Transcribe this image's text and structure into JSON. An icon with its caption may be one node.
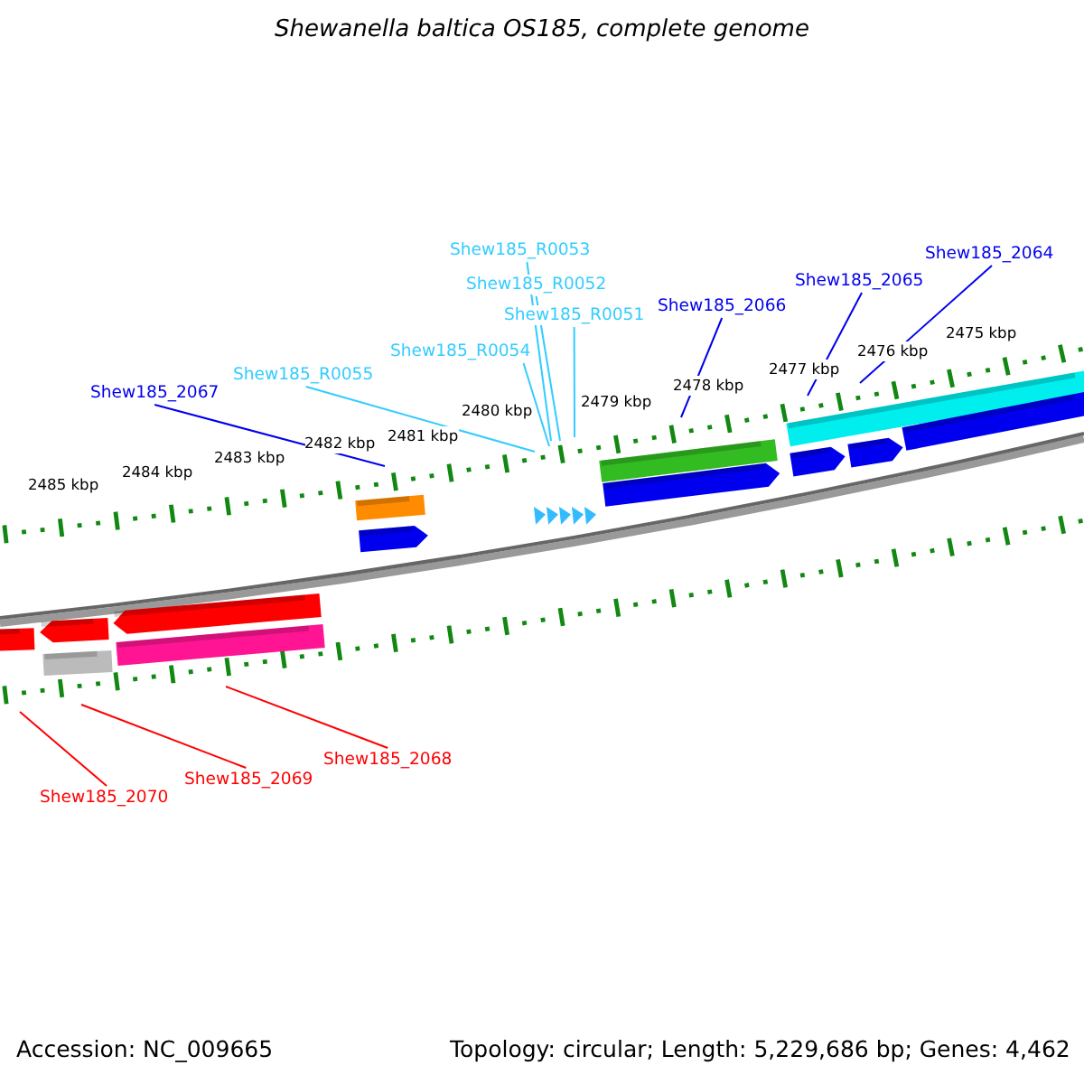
{
  "diagram": {
    "title": "Shewanella baltica OS185, complete genome",
    "nodes": [
      {
        "text": [
          "Shew185_R0053"
        ]
      },
      {
        "text": [
          "Shew185_R0052"
        ]
      },
      {
        "text": [
          "Shew185_R0051"
        ]
      },
      {
        "text": [
          "Shew185_R0054"
        ]
      },
      {
        "text": [
          "Shew185_R0055"
        ]
      },
      {
        "text": [
          "Shew185_2067"
        ]
      },
      {
        "text": [
          "Shew185_2066"
        ]
      },
      {
        "text": [
          "Shew185_2065"
        ]
      },
      {
        "text": [
          "Shew185_2064"
        ]
      },
      {
        "text": [
          "Shew185_2068"
        ]
      },
      {
        "text": [
          "Shew185_2069"
        ]
      },
      {
        "text": [
          "Shew185_2070"
        ]
      }
    ],
    "edges": [
      {
        "from": 0,
        "to": null,
        "arrow": "none",
        "color": "#33ccff"
      },
      {
        "from": 1,
        "to": null,
        "arrow": "none",
        "color": "#33ccff"
      },
      {
        "from": 2,
        "to": null,
        "arrow": "none",
        "color": "#33ccff"
      },
      {
        "from": 3,
        "to": null,
        "arrow": "none",
        "color": "#33ccff"
      },
      {
        "from": 4,
        "to": null,
        "arrow": "none",
        "color": "#33ccff"
      },
      {
        "from": 5,
        "to": null,
        "arrow": "none",
        "color": "#0000ee"
      },
      {
        "from": 6,
        "to": null,
        "arrow": "none",
        "color": "#0000ee"
      },
      {
        "from": 7,
        "to": null,
        "arrow": "none",
        "color": "#0000ee"
      },
      {
        "from": 8,
        "to": null,
        "arrow": "none",
        "color": "#0000ee"
      },
      {
        "from": 9,
        "to": null,
        "arrow": "none",
        "color": "#ff0000"
      },
      {
        "from": 10,
        "to": null,
        "arrow": "none",
        "color": "#ff0000"
      },
      {
        "from": 11,
        "to": null,
        "arrow": "none",
        "color": "#ff0000"
      }
    ],
    "labels": [
      "2485 kbp",
      "2484 kbp",
      "2483 kbp",
      "2482 kbp",
      "2481 kbp",
      "2480 kbp",
      "2479 kbp",
      "2478 kbp",
      "2477 kbp",
      "2476 kbp",
      "2475 kbp",
      "Accession: NC_009665",
      "Topology: circular; Length: 5,229,686 bp; Genes: 4,462"
    ]
  }
}
